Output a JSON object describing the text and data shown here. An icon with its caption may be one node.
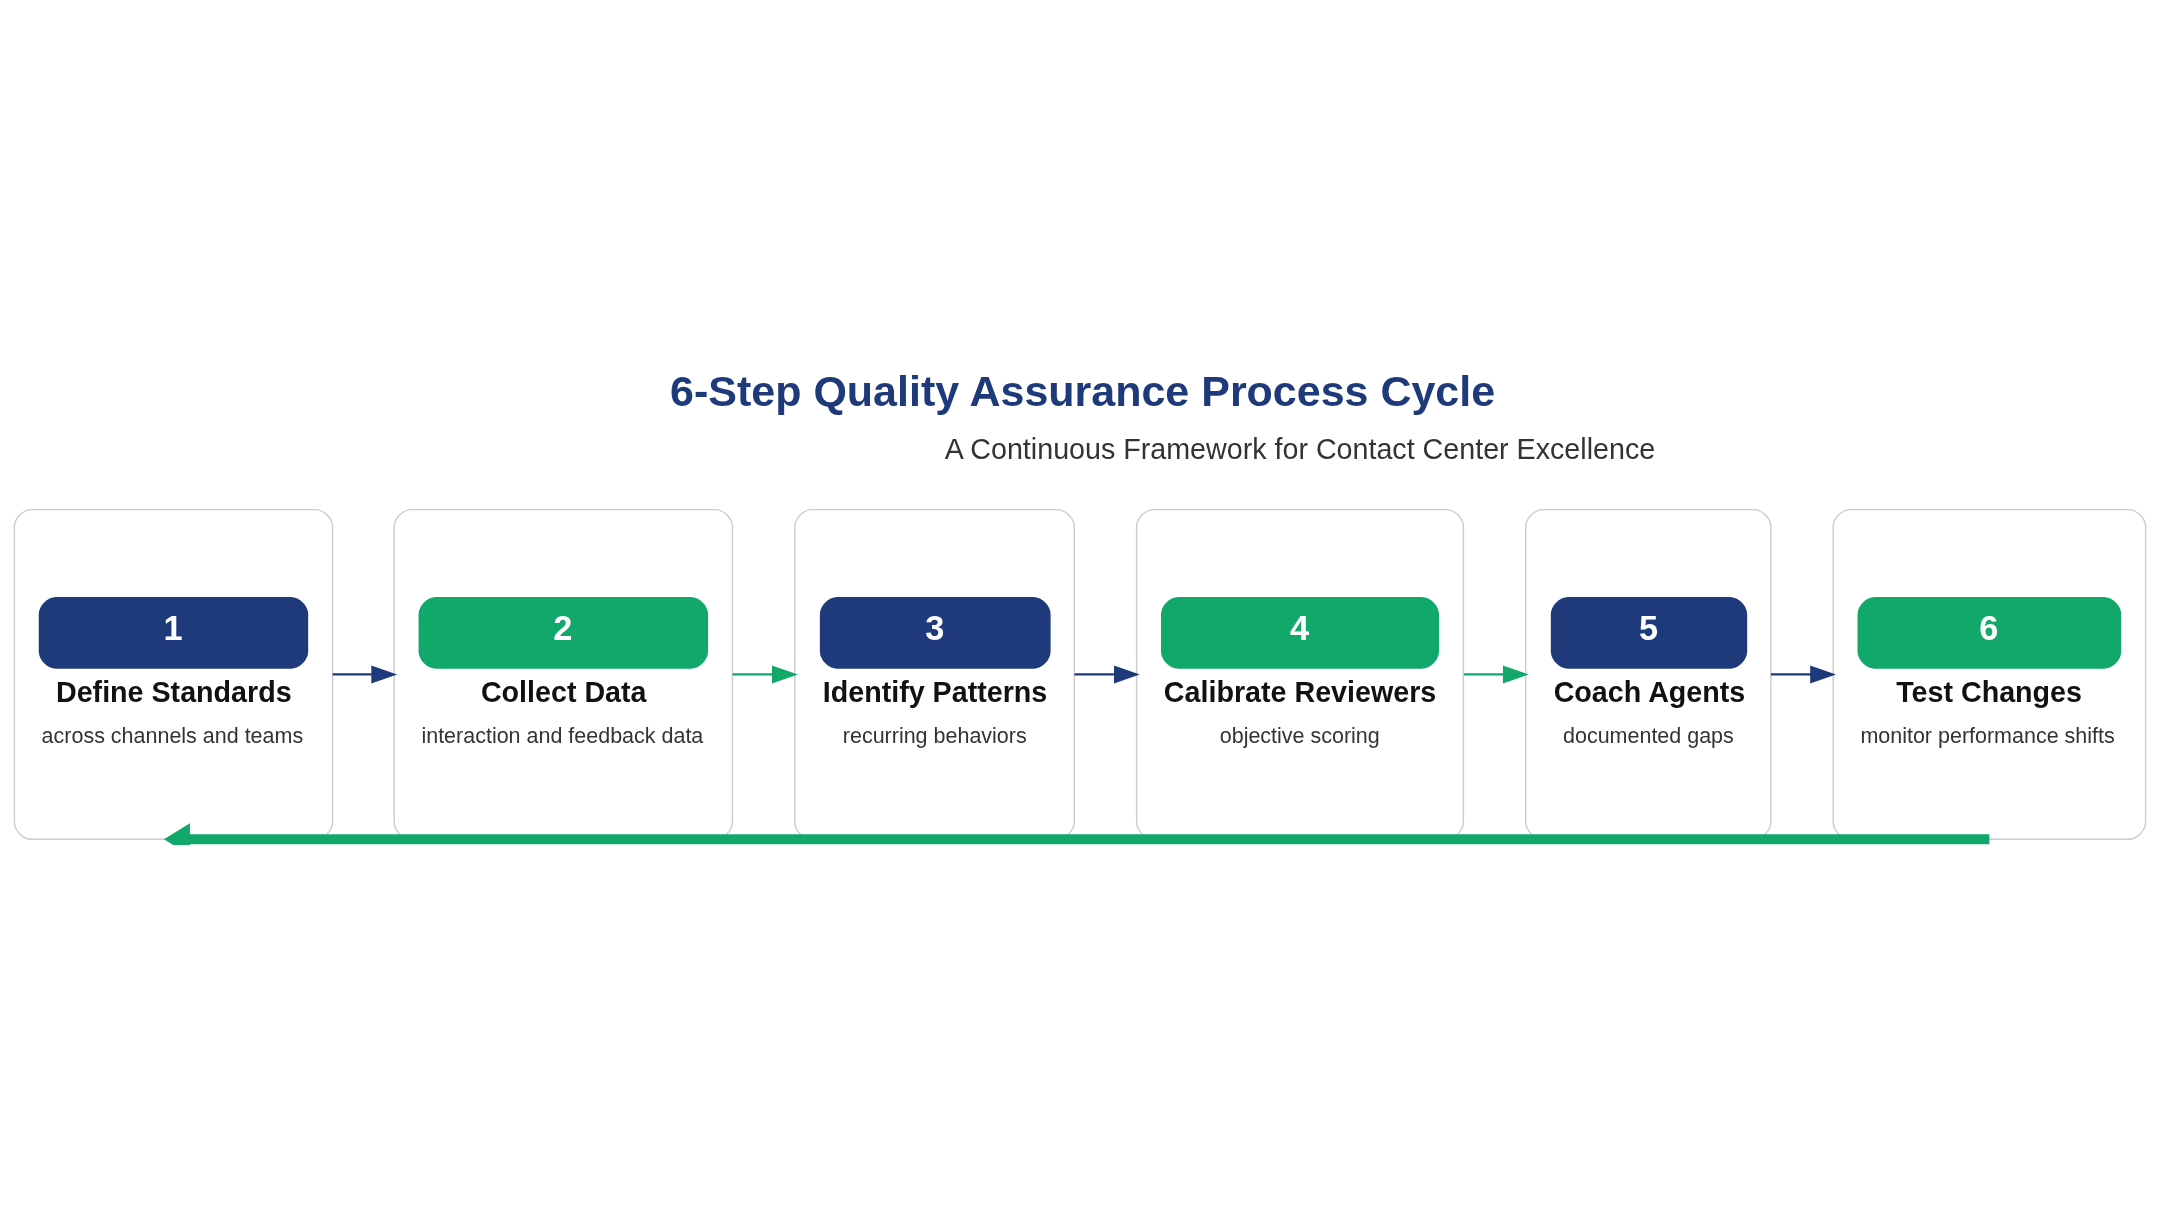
{
  "diagram": {
    "title": "6-Step Quality Assurance Process Cycle",
    "nodes": [
      {
        "text": [
          "1",
          "Define Standards",
          "across channels and teams"
        ]
      },
      {
        "text": [
          "2",
          "Collect Data",
          "interaction and feedback data"
        ]
      },
      {
        "text": [
          "3",
          "Identify Patterns",
          "recurring behaviors"
        ]
      },
      {
        "text": [
          "4",
          "Calibrate Reviewers",
          "objective scoring"
        ]
      },
      {
        "text": [
          "5",
          "Coach Agents",
          "documented gaps"
        ]
      },
      {
        "text": [
          "6",
          "Test Changes",
          "monitor performance shifts"
        ]
      }
    ],
    "edges": [
      {
        "from": 0,
        "to": 1,
        "arrow": "to",
        "color": "#1f3a7a"
      },
      {
        "from": 1,
        "to": 2,
        "arrow": "to",
        "color": "#12a86b"
      },
      {
        "from": 2,
        "to": 3,
        "arrow": "to",
        "color": "#1f3a7a"
      },
      {
        "from": 3,
        "to": 4,
        "arrow": "to",
        "color": "#12a86b"
      },
      {
        "from": 4,
        "to": 5,
        "arrow": "to",
        "color": "#1f3a7a"
      },
      {
        "from": 5,
        "to": 0,
        "arrow": "to",
        "style": "thick",
        "color": "#12a86b"
      }
    ],
    "labels": [
      "A Continuous Framework for Contact Center Excellence"
    ]
  }
}
